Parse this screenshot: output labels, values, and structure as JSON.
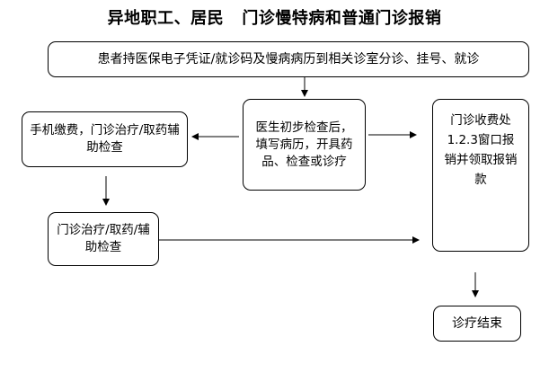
{
  "title": "异地职工、居民   门诊慢特病和普通门诊报销",
  "nodes": {
    "top": "患者持医保电子凭证/就诊码及慢病病历到相关诊室分诊、挂号、就诊",
    "doctor": "医生初步检查后，填写病历，开具药品、检查或诊疗",
    "left1": "手机缴费，门诊治疗/取药辅助检查",
    "left2": "门诊治疗/取药/辅助检查",
    "right": "门诊收费处1.2.3窗口报销并领取报销款",
    "end": "诊疗结束"
  }
}
